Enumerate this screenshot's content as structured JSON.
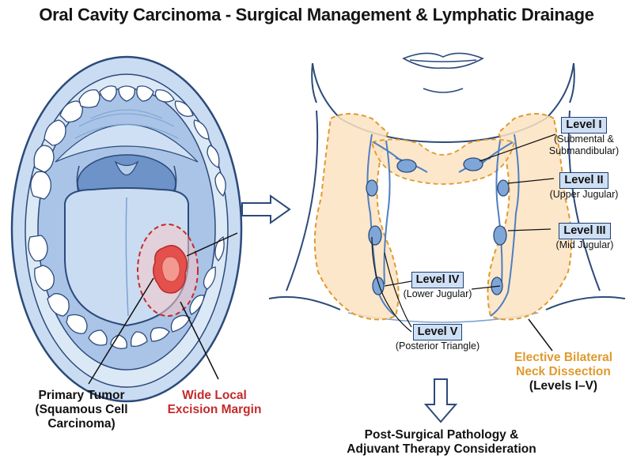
{
  "title": "Oral Cavity Carcinoma - Surgical Management & Lymphatic Drainage",
  "tumor_label": {
    "line1": "Primary Tumor",
    "line2": "(Squamous Cell",
    "line3": "Carcinoma)"
  },
  "margin_label": {
    "line1": "Wide Local",
    "line2": "Excision Margin"
  },
  "levels": [
    {
      "name": "Level I",
      "desc_line1": "(Submental &",
      "desc_line2": "Submandibular)"
    },
    {
      "name": "Level II",
      "desc_line1": "(Upper Jugular)"
    },
    {
      "name": "Level III",
      "desc_line1": "(Mid Jugular)"
    },
    {
      "name": "Level IV",
      "desc_line1": "(Lower Jugular)"
    },
    {
      "name": "Level V",
      "desc_line1": "(Posterior Triangle)"
    }
  ],
  "dissection_label": {
    "line1": "Elective Bilateral",
    "line2": "Neck Dissection",
    "line3": "(Levels I–V)"
  },
  "outcome_label": {
    "line1": "Post-Surgical Pathology &",
    "line2": "Adjuvant Therapy Consideration"
  },
  "colors": {
    "outline": "#2c4a7a",
    "mouth_fill": "#dbe8f6",
    "tongue_fill": "#c9dcf2",
    "tumor": "#e4504c",
    "margin": "#c52a2a",
    "dissection_fill": "#fbe3c2",
    "dissection_stroke": "#e09a2e",
    "lymph": "#6f9bd0"
  }
}
